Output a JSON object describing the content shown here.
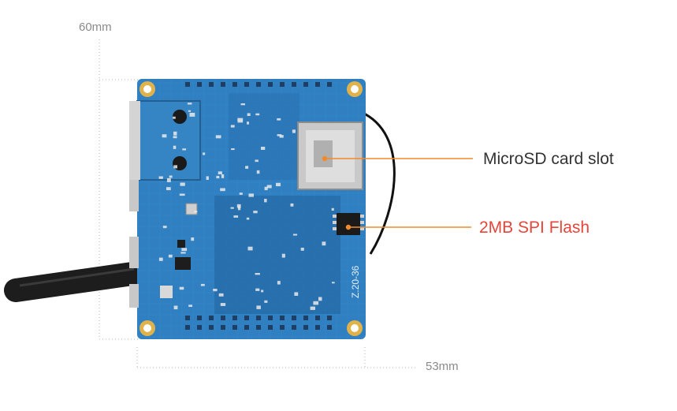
{
  "dimensions": {
    "height_label": "60mm",
    "width_label": "53mm"
  },
  "callouts": {
    "microsd": "MicroSD card slot",
    "flash": "2MB SPI Flash"
  },
  "board_silkscreen": {
    "ic_marking": "Z.20-36"
  },
  "colors": {
    "board": "#2f7fc1",
    "leader_line": "#f08a2a",
    "flash_label": "#e5453a",
    "dimension": "#9a9a9a"
  }
}
